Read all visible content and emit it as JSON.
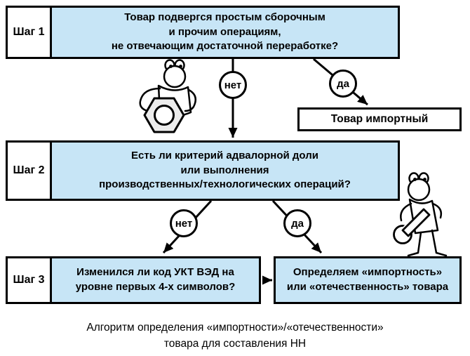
{
  "diagram": {
    "steps": [
      {
        "label": "Шаг 1",
        "question": "Товар подвергся простым сборочным\nи прочим операциям,\nне отвечающим достаточной переработке?"
      },
      {
        "label": "Шаг 2",
        "question": "Есть ли критерий адвалорной доли\nили выполнения\nпроизводственных/технологических операций?"
      },
      {
        "label": "Шаг 3",
        "question": "Изменился ли код УКТ ВЭД на\nуровне первых 4-х символов?"
      }
    ],
    "outcome_import": "Товар импортный",
    "outcome_result": "Определяем «импортность»\nили «отечественность» товара",
    "branch_labels": {
      "step1_no": "нет",
      "step1_yes": "да",
      "step2_no": "нет",
      "step2_yes": "да"
    },
    "caption": "Алгоритм определения «импортности»/«отечественности»\nтовара для составления НН",
    "illustrations": [
      "worker-with-nut",
      "worker-with-wrench"
    ],
    "colors": {
      "question_fill": "#c7e5f6",
      "border": "#000000",
      "background": "#ffffff"
    }
  }
}
